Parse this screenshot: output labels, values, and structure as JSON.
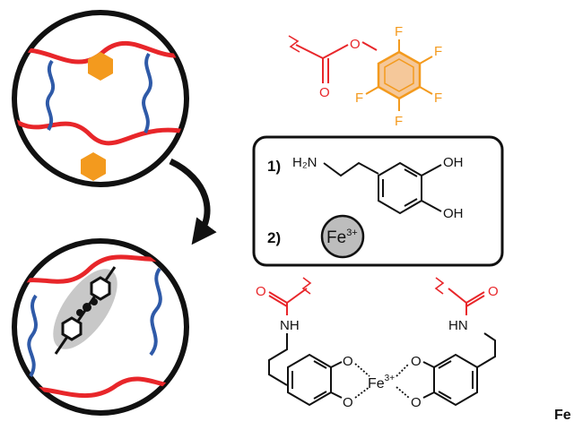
{
  "colors": {
    "polymer": "#e8262a",
    "crosslinker": "#2f5aa8",
    "pfp": "#f39a1e",
    "pfp_fill": "#f5c89a",
    "ink": "#111111",
    "fe_fill": "#bdbdbd",
    "complex_halo": "#c8c8c8"
  },
  "pfp_ester": {
    "ester_oxygen": "O",
    "carbonyl_oxygen": "O",
    "fluorines": [
      "F",
      "F",
      "F",
      "F",
      "F"
    ]
  },
  "reagents_box": {
    "step1_label": "1)",
    "amine_group": "H₂N",
    "hydroxyl_top": "OH",
    "hydroxyl_bottom": "OH",
    "step2_label": "2)",
    "iron_ion": "Fe",
    "iron_charge": "3+"
  },
  "complex": {
    "left_carbonyl_oxygen": "O",
    "left_amide": "NH",
    "right_carbonyl_oxygen": "O",
    "right_amide": "HN",
    "phenolate_oxygens": [
      "O",
      "O",
      "O",
      "O"
    ],
    "iron_center": "Fe",
    "iron_charge": "3+"
  },
  "cropped_label": "Fe"
}
